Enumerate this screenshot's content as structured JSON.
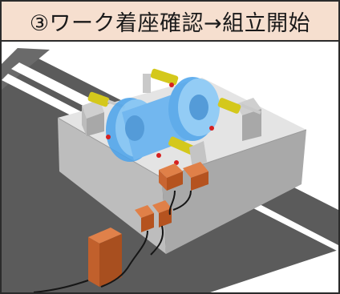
{
  "header": {
    "title": "③ワーク着座確認→組立開始"
  },
  "colors": {
    "title_bg": "#f6dfcf",
    "floor": "#ffffff",
    "conveyor": "#5a5a5a",
    "lane_line": "#ffffff",
    "base_top": "#e6e6e6",
    "base_side": "#bcbcbc",
    "cylinder": "#d8cf1f",
    "workpiece": "#63b3f0",
    "sensor": "#c8622b",
    "cable": "#1a1a1a"
  },
  "scene": {
    "icons": [
      "conveyor",
      "fixture-base",
      "clamp-cylinder",
      "workpiece",
      "seat-sensor",
      "controller-box",
      "cable"
    ]
  }
}
